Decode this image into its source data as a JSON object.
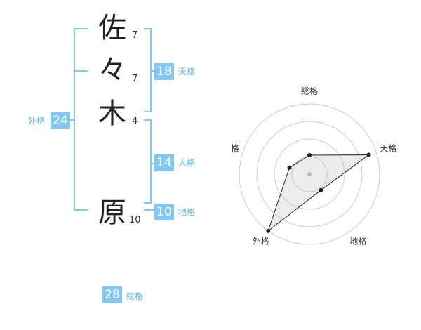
{
  "name": {
    "chars": [
      {
        "char": "佐",
        "strokes": "7"
      },
      {
        "char": "々",
        "strokes": "7"
      },
      {
        "char": "木",
        "strokes": "4"
      },
      {
        "char": "原",
        "strokes": "10"
      }
    ]
  },
  "kaku": {
    "tenkaku": {
      "label": "天格",
      "value": "18"
    },
    "jinkaku": {
      "label": "人格",
      "value": "14"
    },
    "chikaku": {
      "label": "地格",
      "value": "10"
    },
    "gaikaku": {
      "label": "外格",
      "value": "24"
    },
    "soukaku": {
      "label": "総格",
      "value": "28"
    }
  },
  "colors": {
    "accent": "#7fc9f4",
    "label": "#55b4ea",
    "ring": "#cccccc"
  },
  "chart_data": {
    "type": "radar",
    "axes": [
      "総格",
      "天格",
      "地格",
      "外格",
      "人格"
    ],
    "values": [
      0.27,
      0.89,
      0.28,
      1.0,
      0.3
    ],
    "rings": 4
  }
}
